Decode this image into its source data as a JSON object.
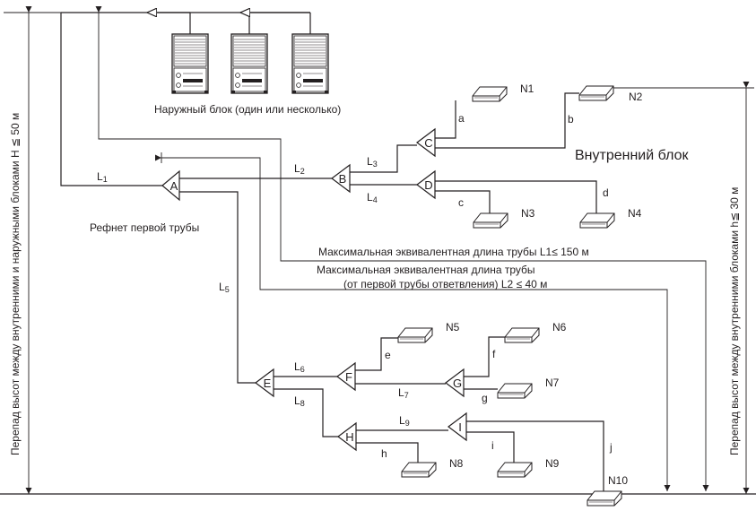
{
  "labels": {
    "outdoor_unit": "Наружный блок (один или несколько)",
    "indoor_unit": "Внутренний блок",
    "first_branch": "Рефнет первой трубы",
    "max_length_l1": "Максимальная эквивалентная длина трубы L1≤ 150 м",
    "max_length_l2_line1": "Максимальная эквивалентная длина трубы",
    "max_length_l2_line2": "(от первой трубы ответвления) L2 ≤ 40 м",
    "height_diff_outdoor_indoor": "Перепад высот между внутренними и наружными блоками H ≦ 50 м",
    "height_diff_indoor": "Перепад высот между внутренними блоками h≦ 30 м"
  },
  "branch_joints": [
    "A",
    "B",
    "C",
    "D",
    "E",
    "F",
    "G",
    "H",
    "I"
  ],
  "pipe_segments": {
    "L1": {
      "main": "L",
      "sub": "1"
    },
    "L2": {
      "main": "L",
      "sub": "2"
    },
    "L3": {
      "main": "L",
      "sub": "3"
    },
    "L4": {
      "main": "L",
      "sub": "4"
    },
    "L5": {
      "main": "L",
      "sub": "5"
    },
    "L6": {
      "main": "L",
      "sub": "6"
    },
    "L7": {
      "main": "L",
      "sub": "7"
    },
    "L8": {
      "main": "L",
      "sub": "8"
    },
    "L9": {
      "main": "L",
      "sub": "9"
    }
  },
  "indoor_pipes": [
    "a",
    "b",
    "c",
    "d",
    "e",
    "f",
    "g",
    "h",
    "i",
    "j"
  ],
  "indoor_units": [
    "N1",
    "N2",
    "N3",
    "N4",
    "N5",
    "N6",
    "N7",
    "N8",
    "N9",
    "N10"
  ]
}
